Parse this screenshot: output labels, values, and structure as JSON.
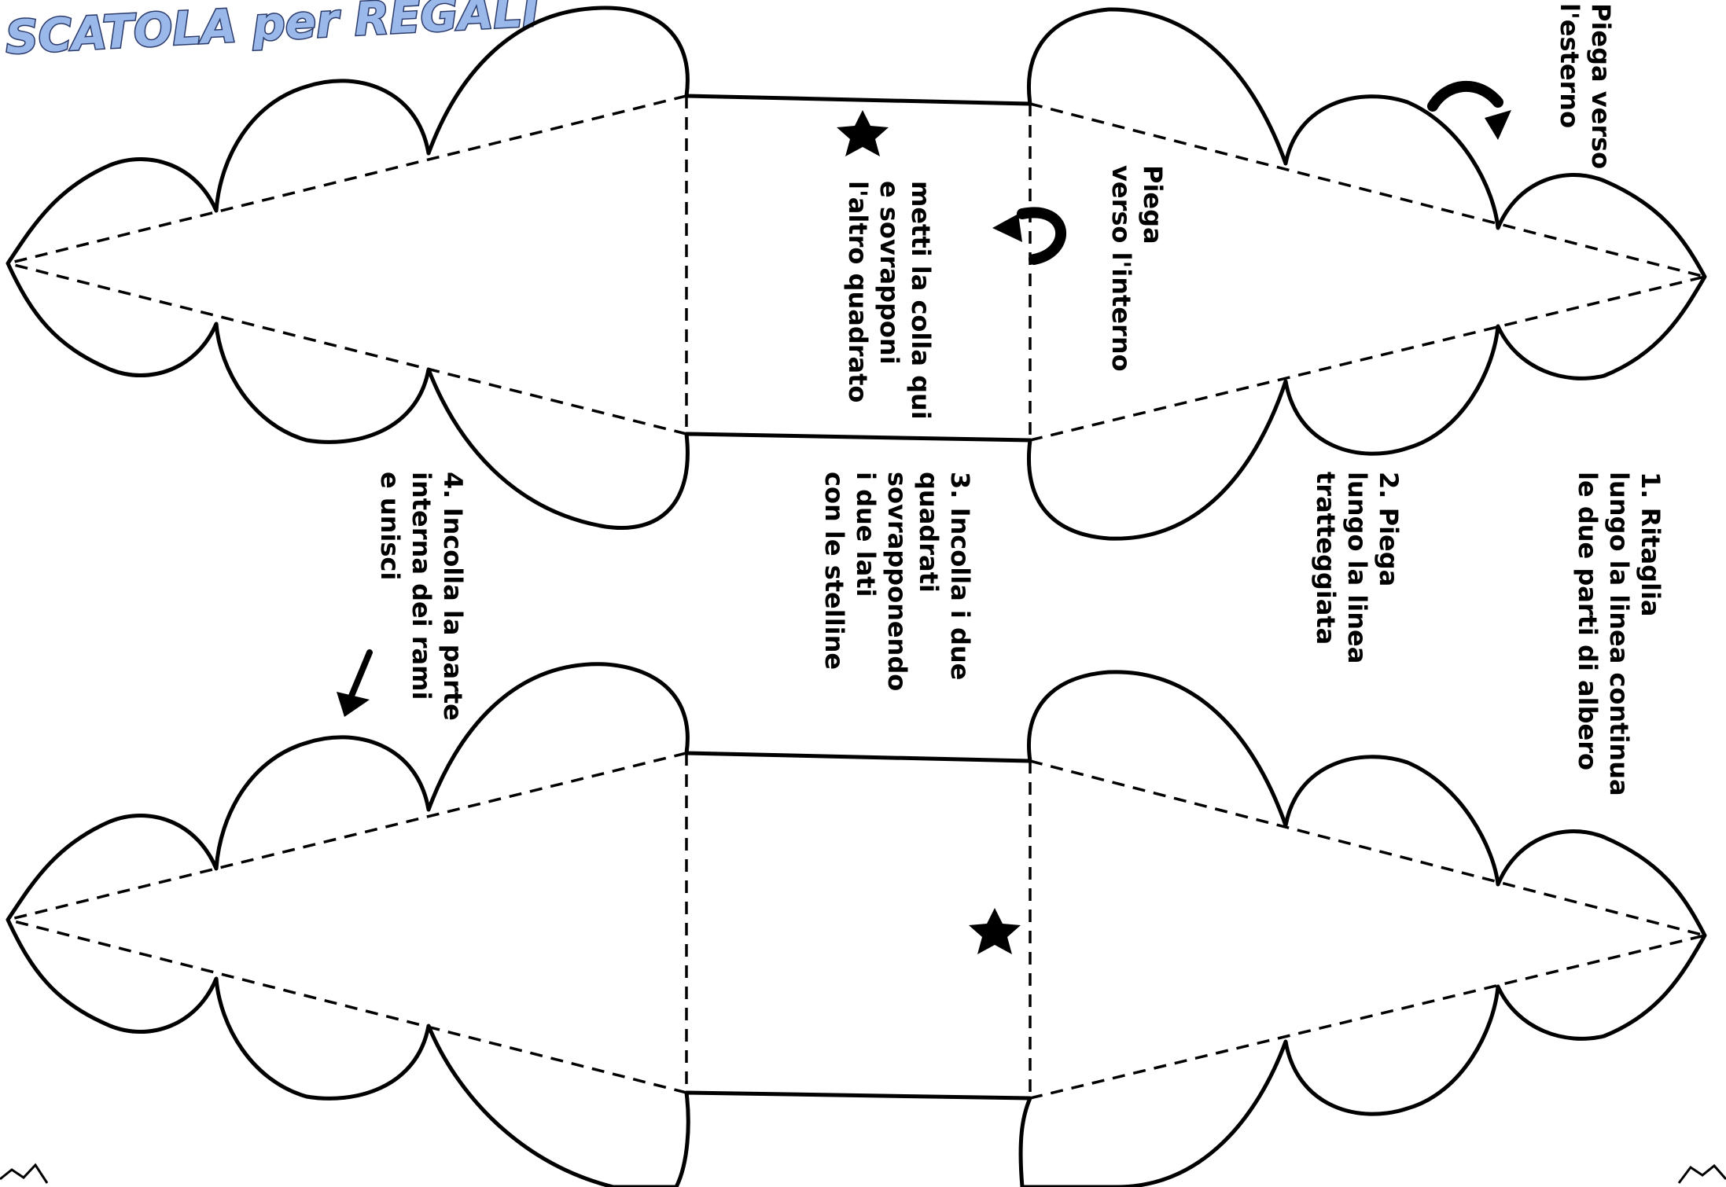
{
  "title": "SCATOLA per REGALI",
  "fold_outward": [
    "Piega verso",
    "l'esterno"
  ],
  "fold_inward": [
    "Piega",
    "verso l'interno"
  ],
  "glue_note": [
    "metti la colla qui",
    "e sovrapponi",
    "l'altro quadrato"
  ],
  "steps": [
    {
      "lines": [
        "1. Ritaglia",
        "lungo la linea continua",
        "le due parti di albero"
      ]
    },
    {
      "lines": [
        "2. Piega",
        "lungo la linea",
        "tratteggiata"
      ]
    },
    {
      "lines": [
        "3. Incolla i due",
        "quadrati",
        "sovrapponendo",
        "i due lati",
        "con le stelline"
      ]
    },
    {
      "lines": [
        "4. Incolla la parte",
        "interna dei rami",
        "e unisci"
      ]
    }
  ],
  "icons": {
    "star": "star-icon",
    "curved_arrow": "curved-arrow-icon",
    "straight_arrow": "arrow-icon"
  },
  "colors": {
    "title_fill": "#9bb8ea",
    "title_stroke": "#2a3a6a",
    "line": "#000000"
  }
}
